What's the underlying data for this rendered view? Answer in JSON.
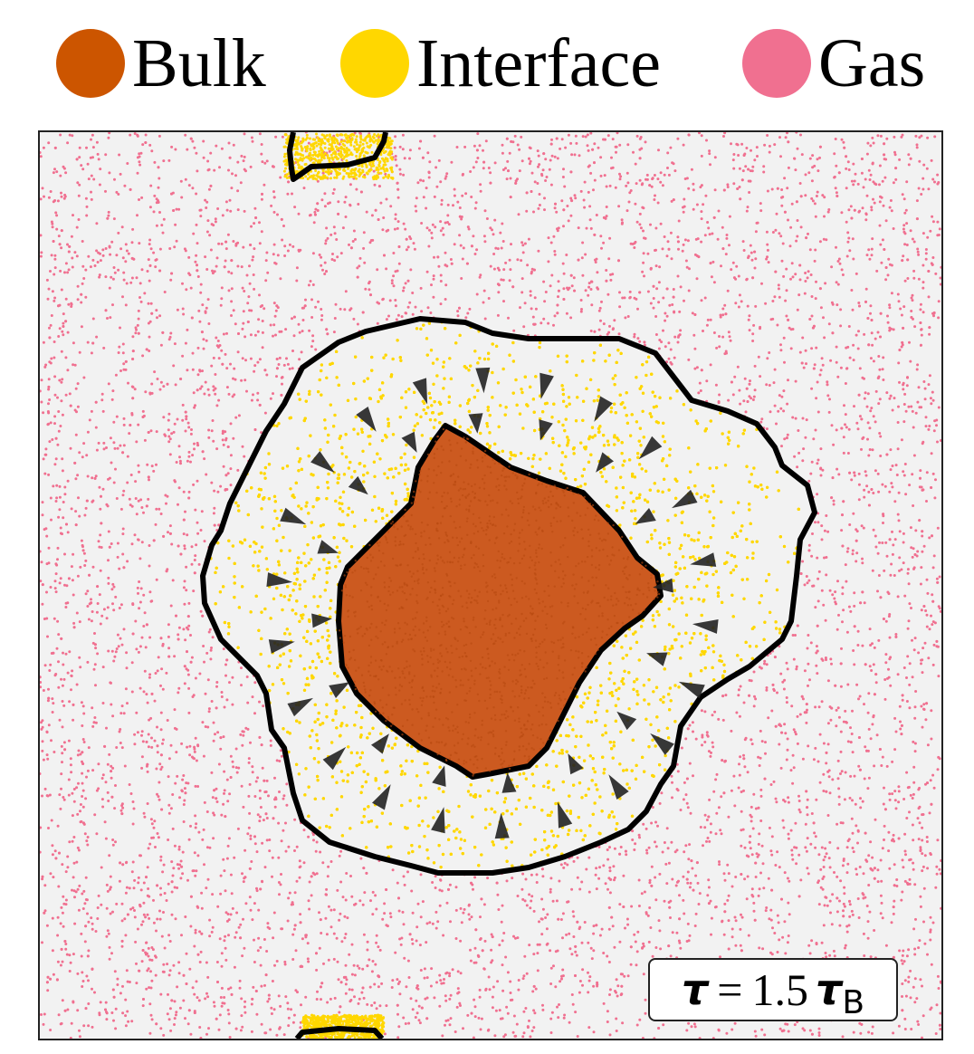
{
  "legend": {
    "items": [
      {
        "label": "Bulk",
        "color": "#cc5500"
      },
      {
        "label": "Interface",
        "color": "#ffd700"
      },
      {
        "label": "Gas",
        "color": "#f07090"
      }
    ]
  },
  "time_label": {
    "symbol": "τ",
    "equals": "=",
    "value": "1.5",
    "unit_symbol": "τ",
    "unit_subscript": "B"
  },
  "colors": {
    "background": "#f2f2f2",
    "bulk": "#cc5500",
    "interface": "#ffd700",
    "gas": "#f07090",
    "boundary": "#000000",
    "arrow": "#222222"
  }
}
